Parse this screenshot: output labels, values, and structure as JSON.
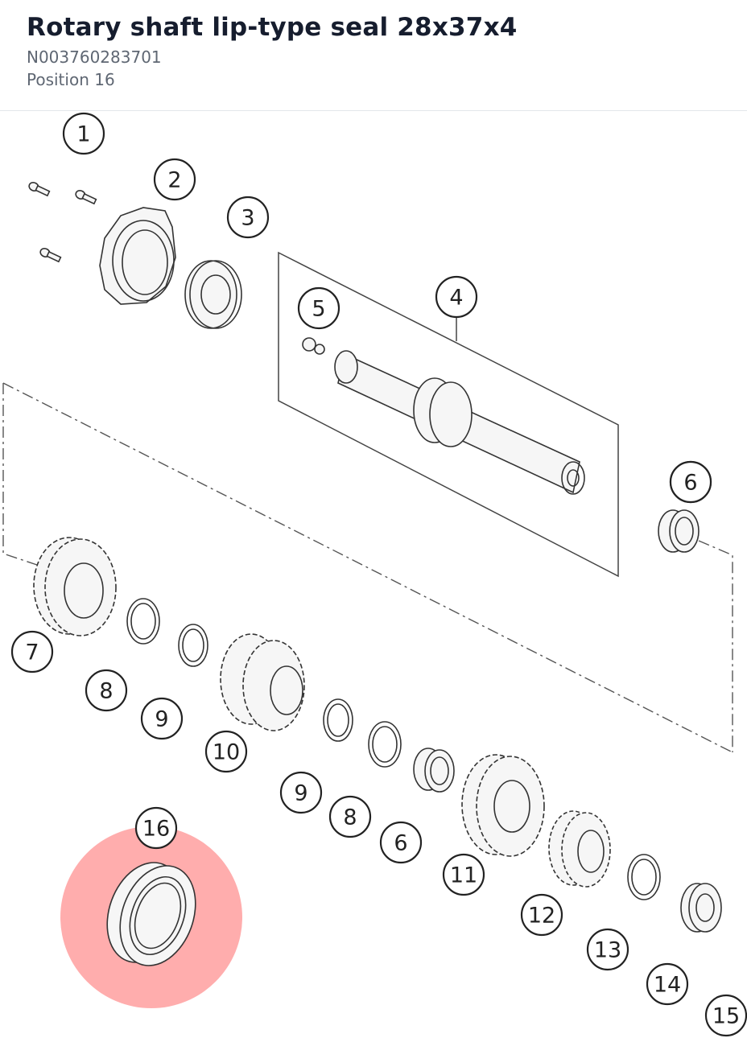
{
  "header": {
    "title": "Rotary shaft lip-type seal 28x37x4",
    "part_number": "N003760283701",
    "position": "Position 16"
  },
  "diagram": {
    "highlight_color": "#ff9f9f",
    "highlighted_position": "16",
    "callouts": [
      {
        "label": "1"
      },
      {
        "label": "2"
      },
      {
        "label": "3"
      },
      {
        "label": "4"
      },
      {
        "label": "5"
      },
      {
        "label": "6"
      },
      {
        "label": "6"
      },
      {
        "label": "7"
      },
      {
        "label": "8"
      },
      {
        "label": "9"
      },
      {
        "label": "10"
      },
      {
        "label": "9"
      },
      {
        "label": "8"
      },
      {
        "label": "6"
      },
      {
        "label": "11"
      },
      {
        "label": "12"
      },
      {
        "label": "13"
      },
      {
        "label": "14"
      },
      {
        "label": "15"
      },
      {
        "label": "16"
      }
    ]
  }
}
